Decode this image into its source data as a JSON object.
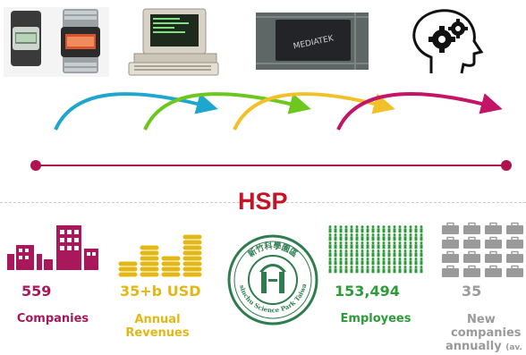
{
  "title": "HSP",
  "colors": {
    "timeline": "#b0144e",
    "arc1": "#1fa6cf",
    "arc2": "#6cc81e",
    "arc3": "#f2c12a",
    "arc4": "#c41468",
    "companies": "#a8185a",
    "revenues": "#e3b816",
    "employees": "#2e9b3a",
    "new": "#9a9a9a",
    "seal": "#2f7d4f"
  },
  "images": [
    {
      "name": "digital-watches"
    },
    {
      "name": "desktop-computer"
    },
    {
      "name": "mediatek-chip",
      "text": "MEDIATEK"
    },
    {
      "name": "head-gears"
    }
  ],
  "stats": {
    "companies": {
      "value": "559",
      "label_line1": "Companies"
    },
    "revenues": {
      "value": "35+b USD",
      "label_line1": "Annual",
      "label_line2": "Revenues"
    },
    "employees": {
      "value": "153,494",
      "label_line1": "Employees"
    },
    "new_companies": {
      "value": "35",
      "label_line1": "New",
      "label_line2": "companies",
      "label_line3": "annually",
      "label_suffix": "(av."
    }
  },
  "seal": {
    "top_text": "新竹科學園區",
    "bottom_text": "Hsinchu Science Park Taiwan"
  }
}
